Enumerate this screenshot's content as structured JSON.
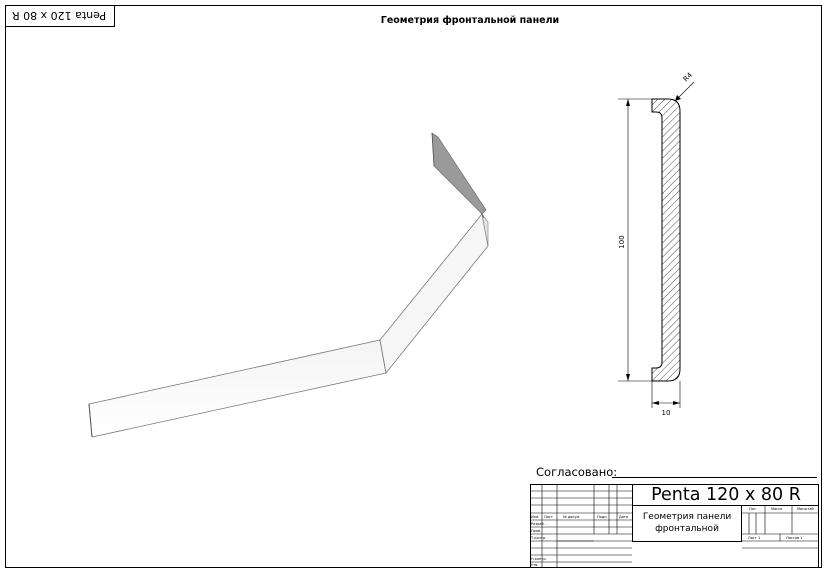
{
  "stamp": {
    "label": "Penta 120 x 80 R"
  },
  "sheet": {
    "title": "Геометрия фронтальной панели"
  },
  "section": {
    "radius_label": "R4",
    "height_label": "100",
    "width_label": "10"
  },
  "agreed": {
    "label": "Согласовано:"
  },
  "title_block": {
    "product": "Penta 120 x 80 R",
    "desc_line1": "Геометрия панели",
    "desc_line2": "фронтальной",
    "col_lit": "Лит.",
    "col_mass": "Масса",
    "col_scale": "Масштаб",
    "sheet": "Лист 1",
    "sheets": "Листов 1",
    "row_izm": "Изм.",
    "row_list": "Лист",
    "row_doc": "№ докум.",
    "row_sign": "Подп.",
    "row_date": "Дата",
    "row_razrab": "Разраб.",
    "row_prov": "Пров.",
    "row_tkontr": "Т.контр.",
    "row_nkontr": "Н.контр.",
    "row_utv": "Утв."
  }
}
